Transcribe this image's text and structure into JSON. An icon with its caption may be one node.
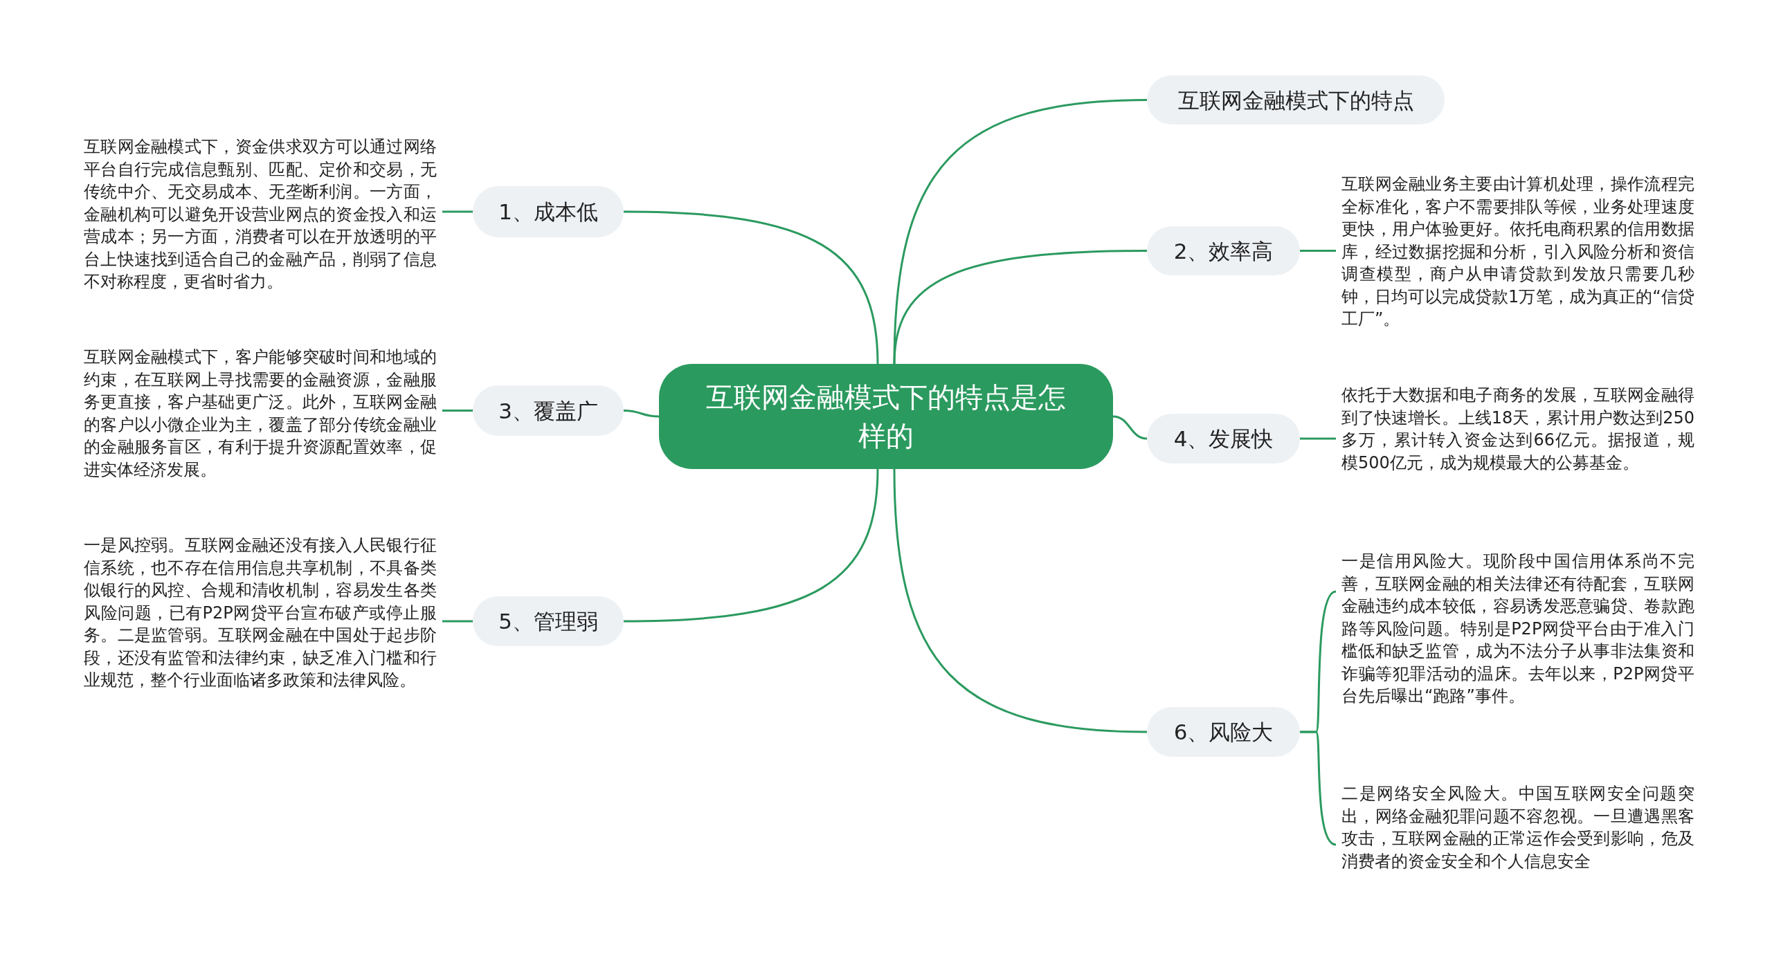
{
  "diagram": {
    "nodes": [
      {
        "text": [
          "互联网金融模式下的特点是怎样的"
        ]
      },
      {
        "text": [
          "互联网金融模式下的特点"
        ]
      },
      {
        "text": [
          "1、成本低"
        ]
      },
      {
        "text": [
          "互联网金融模式下，资金供求双方可以通过网络平台自行完成信息甄别、匹配、定价和交易，无传统中介、无交易成本、无垄断利润。一方面，金融机构可以避免开设营业网点的资金投入和运营成本；另一方面，消费者可以在开放透明的平台上快速找到适合自己的金融产品，削弱了信息不对称程度，更省时省力。"
        ]
      },
      {
        "text": [
          "2、效率高"
        ]
      },
      {
        "text": [
          "互联网金融业务主要由计算机处理，操作流程完全标准化，客户不需要排队等候，业务处理速度更快，用户体验更好。依托电商积累的信用数据库，经过数据挖掘和分析，引入风险分析和资信调查模型，商户从申请贷款到发放只需要几秒钟，日均可以完成贷款1万笔，成为真正的“信贷工厂”。"
        ]
      },
      {
        "text": [
          "3、覆盖广"
        ]
      },
      {
        "text": [
          "互联网金融模式下，客户能够突破时间和地域的约束，在互联网上寻找需要的金融资源，金融服务更直接，客户基础更广泛。此外，互联网金融的客户以小微企业为主，覆盖了部分传统金融业的金融服务盲区，有利于提升资源配置效率，促进实体经济发展。"
        ]
      },
      {
        "text": [
          "4、发展快"
        ]
      },
      {
        "text": [
          "依托于大数据和电子商务的发展，互联网金融得到了快速增长。上线18天，累计用户数达到250多万，累计转入资金达到66亿元。据报道，规模500亿元，成为规模最大的公募基金。"
        ]
      },
      {
        "text": [
          "5、管理弱"
        ]
      },
      {
        "text": [
          "一是风控弱。互联网金融还没有接入人民银行征信系统，也不存在信用信息共享机制，不具备类似银行的风控、合规和清收机制，容易发生各类风险问题，已有P2P网贷平台宣布破产或停止服务。二是监管弱。互联网金融在中国处于起步阶段，还没有监管和法律约束，缺乏准入门槛和行业规范，整个行业面临诸多政策和法律风险。"
        ]
      },
      {
        "text": [
          "6、风险大"
        ]
      },
      {
        "text": [
          "一是信用风险大。现阶段中国信用体系尚不完善，互联网金融的相关法律还有待配套，互联网金融违约成本较低，容易诱发恶意骗贷、卷款跑路等风险问题。特别是P2P网贷平台由于准入门槛低和缺乏监管，成为不法分子从事非法集资和诈骗等犯罪活动的温床。去年以来，P2P网贷平台先后曝出“跑路”事件。"
        ]
      },
      {
        "text": [
          "二是网络安全风险大。中国互联网安全问题突出，网络金融犯罪问题不容忽视。一旦遭遇黑客攻击，互联网金融的正常运作会受到影响，危及消费者的资金安全和个人信息安全"
        ]
      }
    ],
    "edges": [
      {
        "from": 0,
        "to": 1,
        "arrow": "none"
      },
      {
        "from": 0,
        "to": 2,
        "arrow": "none"
      },
      {
        "from": 2,
        "to": 3,
        "arrow": "none"
      },
      {
        "from": 0,
        "to": 4,
        "arrow": "none"
      },
      {
        "from": 4,
        "to": 5,
        "arrow": "none"
      },
      {
        "from": 0,
        "to": 6,
        "arrow": "none"
      },
      {
        "from": 6,
        "to": 7,
        "arrow": "none"
      },
      {
        "from": 0,
        "to": 8,
        "arrow": "none"
      },
      {
        "from": 8,
        "to": 9,
        "arrow": "none"
      },
      {
        "from": 0,
        "to": 10,
        "arrow": "none"
      },
      {
        "from": 10,
        "to": 11,
        "arrow": "none"
      },
      {
        "from": 0,
        "to": 12,
        "arrow": "none"
      },
      {
        "from": 12,
        "to": 13,
        "arrow": "none"
      },
      {
        "from": 12,
        "to": 14,
        "arrow": "none"
      }
    ]
  }
}
